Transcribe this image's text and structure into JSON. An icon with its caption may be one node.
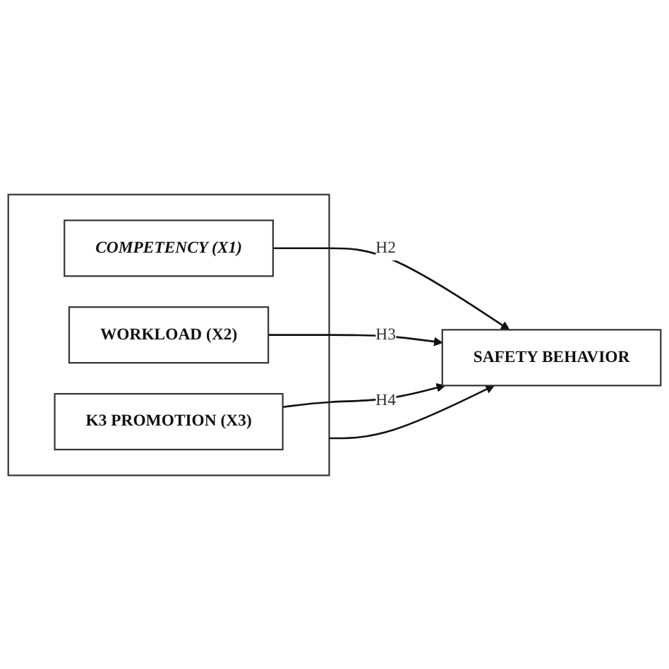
{
  "diagram": {
    "nodes": [
      {
        "text": [],
        "shape": "box"
      },
      {
        "text": [
          "COMPETENCY (X1)"
        ],
        "in": 0
      },
      {
        "text": [
          "WORKLOAD (X2)"
        ],
        "in": 0
      },
      {
        "text": [
          "K3 PROMOTION (X3)"
        ],
        "in": 0
      },
      {
        "text": [
          "SAFETY BEHAVIOR"
        ]
      }
    ],
    "edges": [
      {
        "from": 1,
        "to": 4,
        "arrow": "to",
        "label": "H2"
      },
      {
        "from": 2,
        "to": 4,
        "arrow": "to",
        "label": "H3"
      },
      {
        "from": 3,
        "to": 4,
        "arrow": "to",
        "label": "H4"
      },
      {
        "from": 0,
        "to": 4,
        "arrow": "to"
      }
    ]
  }
}
